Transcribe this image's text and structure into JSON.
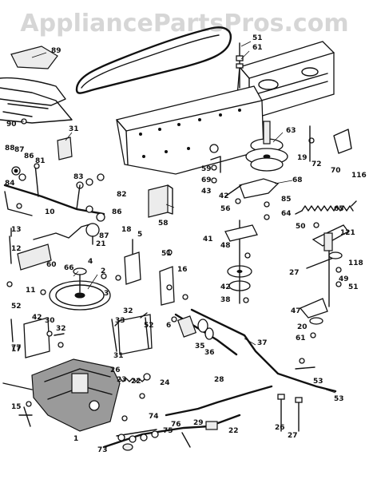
{
  "watermark": "AppliancePartsPros.com",
  "callouts": [
    "89",
    "51",
    "61",
    "90",
    "31",
    "63",
    "88",
    "87",
    "86",
    "81",
    "59",
    "69",
    "68",
    "19",
    "72",
    "70",
    "116",
    "84",
    "83",
    "82",
    "43",
    "42",
    "56",
    "85",
    "65",
    "64",
    "10",
    "86",
    "58",
    "121",
    "50",
    "13",
    "12",
    "60",
    "21",
    "87",
    "18",
    "5",
    "51",
    "41",
    "48",
    "118",
    "27",
    "4",
    "66",
    "2",
    "42",
    "38",
    "49",
    "11",
    "16",
    "51",
    "53",
    "30",
    "52",
    "42",
    "32",
    "17",
    "31",
    "52",
    "6",
    "35",
    "36",
    "47",
    "20",
    "61",
    "77",
    "26",
    "37",
    "3",
    "24",
    "22",
    "32",
    "23",
    "33",
    "1",
    "74",
    "29",
    "28",
    "22",
    "73",
    "75",
    "76",
    "15",
    "26",
    "53",
    "27"
  ]
}
